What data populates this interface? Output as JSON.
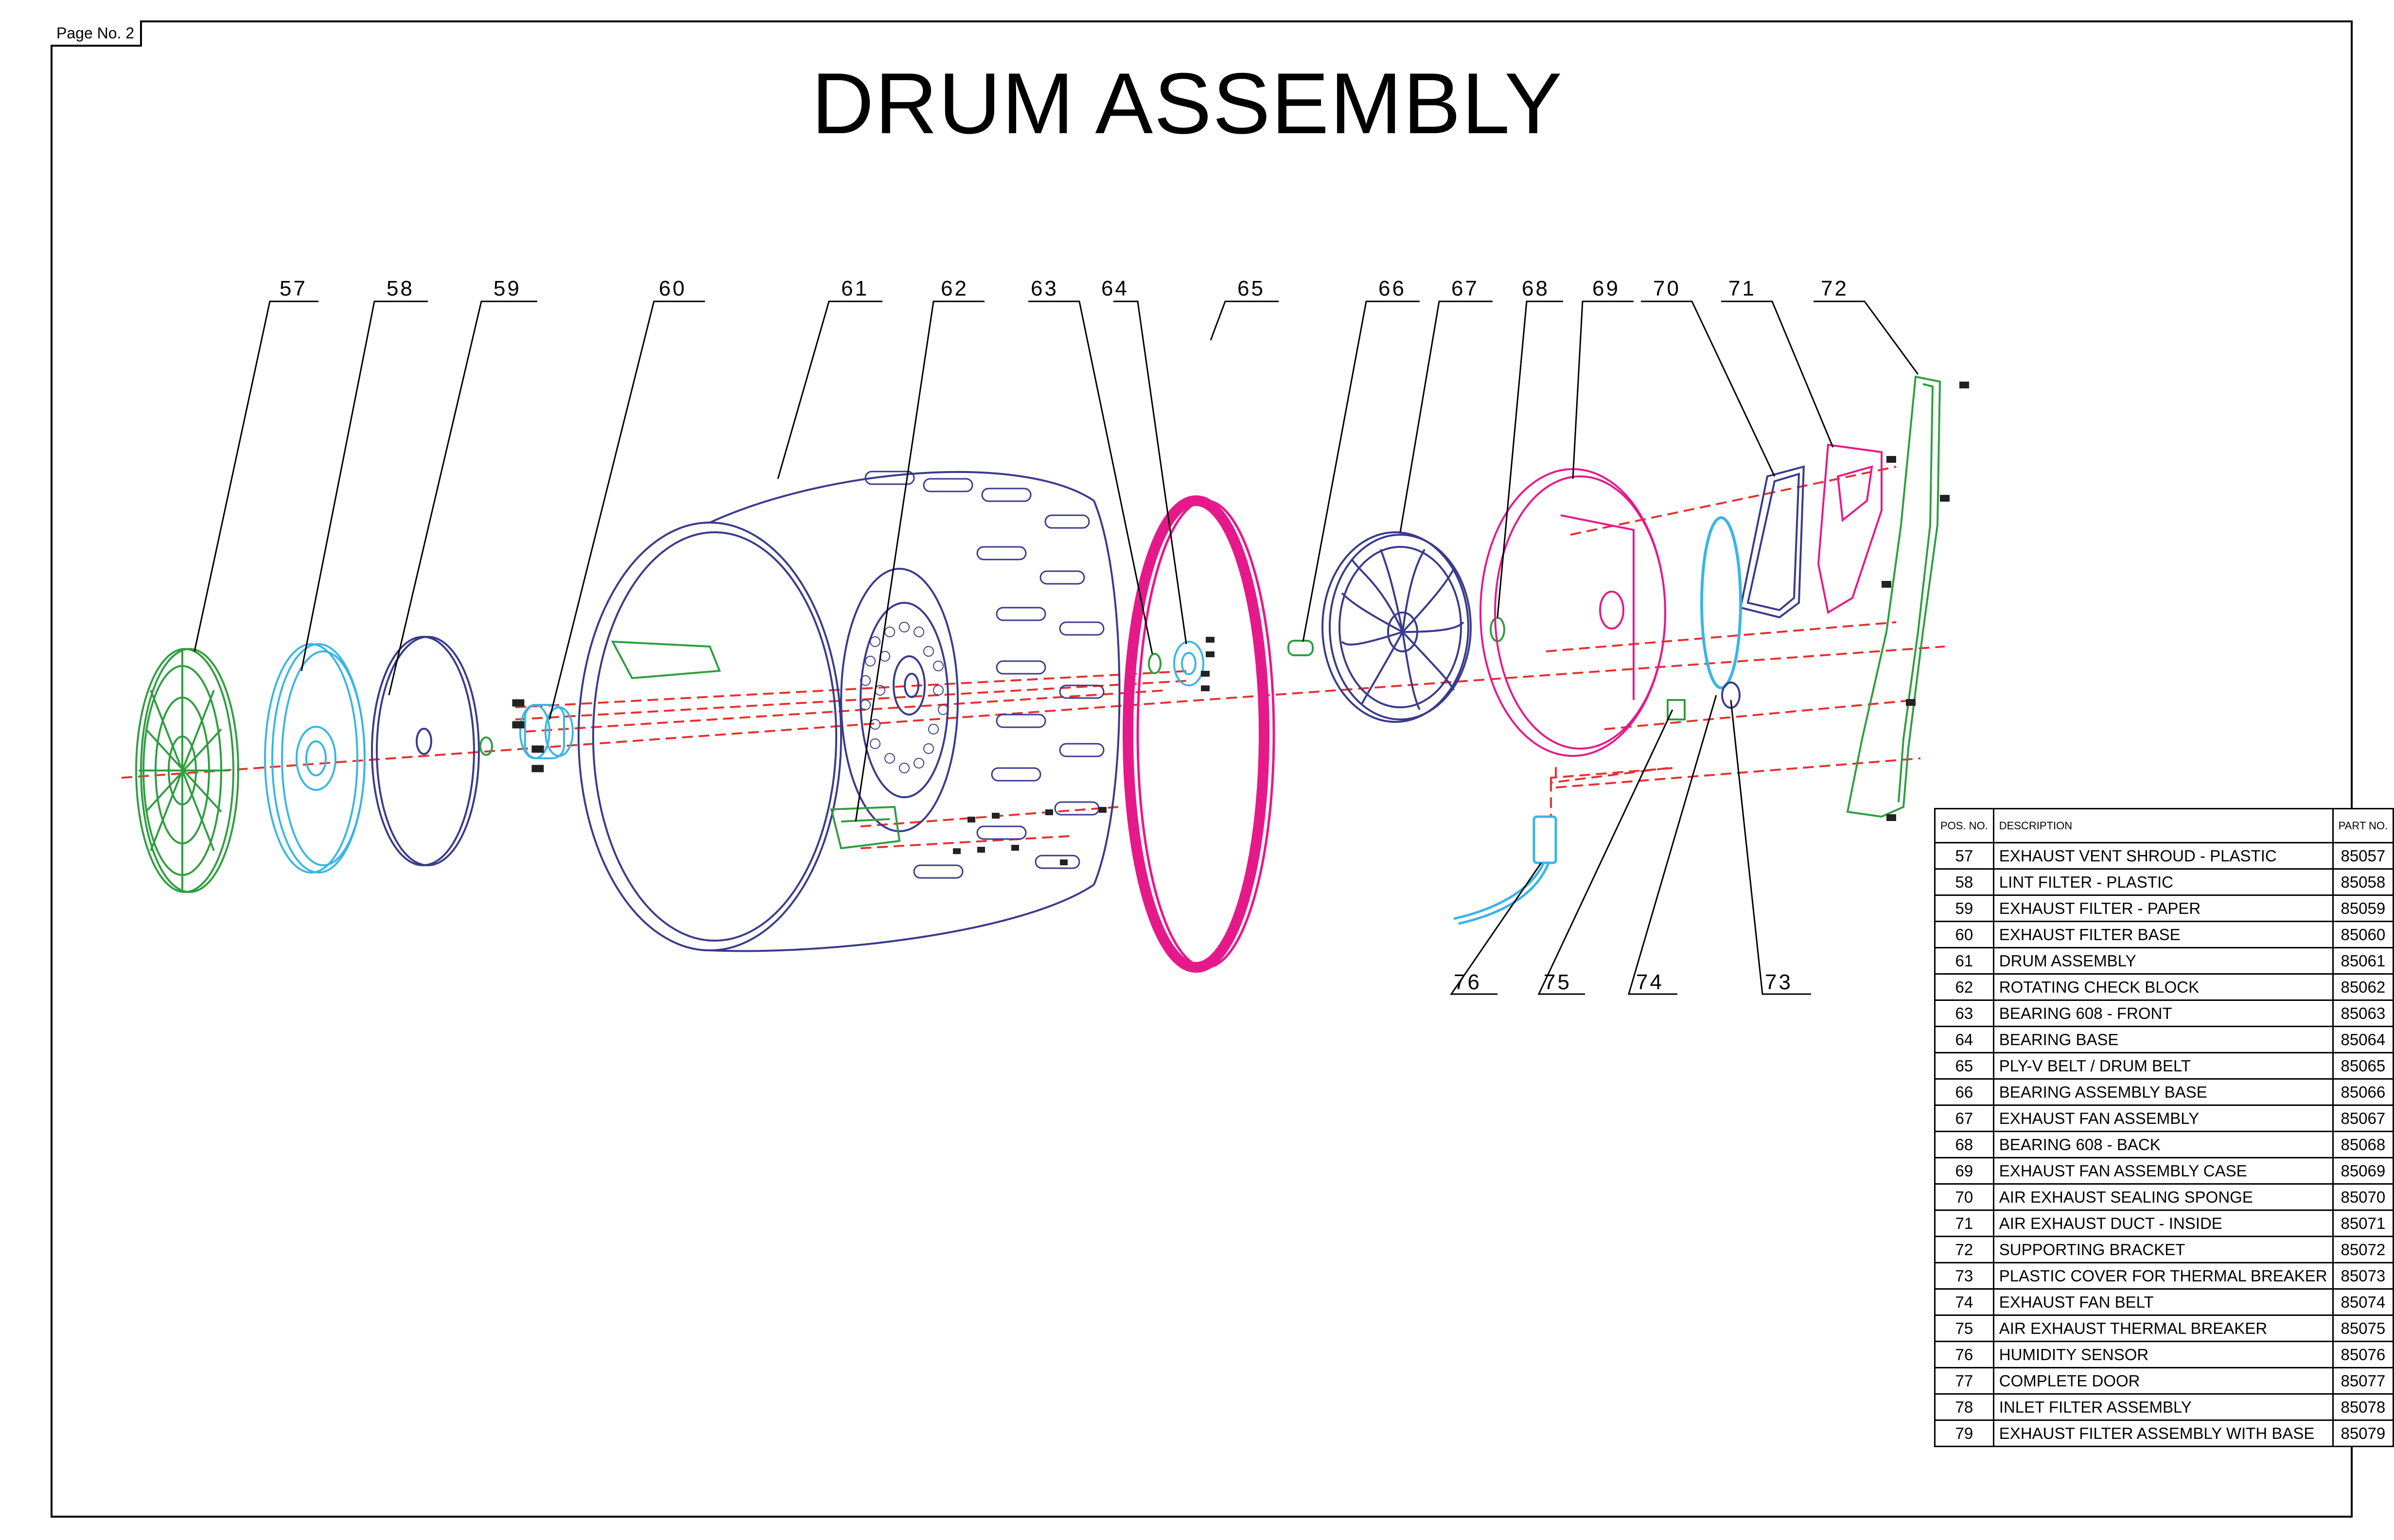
{
  "page_no": "Page No. 2",
  "title": "DRUM ASSEMBLY",
  "colors": {
    "drum": "#3a3a8c",
    "green_part": "#2f9e3f",
    "cyan_part": "#39b5e6",
    "magenta_part": "#e6198a",
    "axis_line": "#e83030"
  },
  "callouts": [
    "57",
    "58",
    "59",
    "60",
    "61",
    "62",
    "63",
    "64",
    "65",
    "66",
    "67",
    "68",
    "69",
    "70",
    "71",
    "72",
    "73",
    "74",
    "75",
    "76"
  ],
  "table": {
    "headers": {
      "pos": "POS. NO.",
      "description": "DESCRIPTION",
      "part_no": "PART NO."
    },
    "rows": [
      {
        "pos": "57",
        "description": "EXHAUST VENT SHROUD - PLASTIC",
        "part_no": "85057"
      },
      {
        "pos": "58",
        "description": "LINT FILTER - PLASTIC",
        "part_no": "85058"
      },
      {
        "pos": "59",
        "description": "EXHAUST FILTER - PAPER",
        "part_no": "85059"
      },
      {
        "pos": "60",
        "description": "EXHAUST FILTER BASE",
        "part_no": "85060"
      },
      {
        "pos": "61",
        "description": "DRUM ASSEMBLY",
        "part_no": "85061"
      },
      {
        "pos": "62",
        "description": "ROTATING CHECK BLOCK",
        "part_no": "85062"
      },
      {
        "pos": "63",
        "description": "BEARING 608 - FRONT",
        "part_no": "85063"
      },
      {
        "pos": "64",
        "description": "BEARING BASE",
        "part_no": "85064"
      },
      {
        "pos": "65",
        "description": "PLY-V BELT / DRUM BELT",
        "part_no": "85065"
      },
      {
        "pos": "66",
        "description": "BEARING ASSEMBLY BASE",
        "part_no": "85066"
      },
      {
        "pos": "67",
        "description": "EXHAUST FAN ASSEMBLY",
        "part_no": "85067"
      },
      {
        "pos": "68",
        "description": "BEARING 608 - BACK",
        "part_no": "85068"
      },
      {
        "pos": "69",
        "description": "EXHAUST FAN ASSEMBLY CASE",
        "part_no": "85069"
      },
      {
        "pos": "70",
        "description": "AIR EXHAUST SEALING SPONGE",
        "part_no": "85070"
      },
      {
        "pos": "71",
        "description": "AIR EXHAUST DUCT - INSIDE",
        "part_no": "85071"
      },
      {
        "pos": "72",
        "description": "SUPPORTING BRACKET",
        "part_no": "85072"
      },
      {
        "pos": "73",
        "description": "PLASTIC COVER FOR THERMAL BREAKER",
        "part_no": "85073"
      },
      {
        "pos": "74",
        "description": "EXHAUST FAN BELT",
        "part_no": "85074"
      },
      {
        "pos": "75",
        "description": "AIR EXHAUST THERMAL BREAKER",
        "part_no": "85075"
      },
      {
        "pos": "76",
        "description": "HUMIDITY SENSOR",
        "part_no": "85076"
      },
      {
        "pos": "77",
        "description": "COMPLETE DOOR",
        "part_no": "85077"
      },
      {
        "pos": "78",
        "description": "INLET FILTER ASSEMBLY",
        "part_no": "85078"
      },
      {
        "pos": "79",
        "description": "EXHAUST FILTER ASSEMBLY WITH BASE",
        "part_no": "85079"
      }
    ]
  }
}
